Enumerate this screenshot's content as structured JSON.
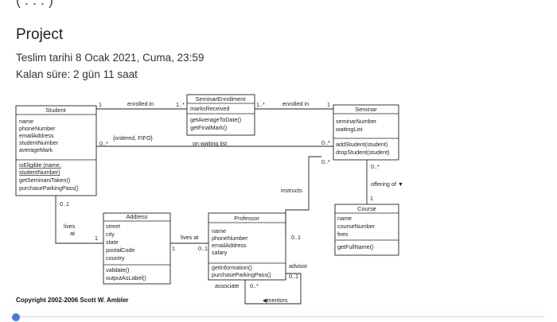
{
  "page": {
    "header_partial": "( . . . )",
    "title": "Project",
    "due": "Teslim tarihi 8 Ocak 2021, Cuma, 23:59",
    "remaining": "Kalan süre: 2 gün 11 saat"
  },
  "diagram": {
    "classes": {
      "student": {
        "name": "Student",
        "attributes": [
          "name",
          "phoneNumber",
          "emailAddress",
          "studentNumber",
          "averageMark"
        ],
        "ops_underlined": [
          "isEligible (name,",
          "studentNumber)"
        ],
        "operations": [
          "getSeminarsTaken()",
          "purchaseParkingPass()"
        ]
      },
      "seminar_enrollment": {
        "name": "SeminarEnrollment",
        "attributes": [
          "marksReceived"
        ],
        "operations": [
          "getAverageToDate()",
          "getFinalMark()"
        ]
      },
      "seminar": {
        "name": "Seminar",
        "attributes": [
          "seminarNumber",
          "waitingList"
        ],
        "operations": [
          "addStudent(student)",
          "dropStudent(student)"
        ]
      },
      "address": {
        "name": "Address",
        "attributes": [
          "street",
          "city",
          "state",
          "postalCode",
          "country"
        ],
        "operations": [
          "validate()",
          "outputAsLabel()"
        ]
      },
      "professor": {
        "name": "Professor",
        "attributes": [
          "name",
          "phoneNumber",
          "emailAddress",
          "salary"
        ],
        "operations": [
          "getInformation()",
          "purchaseParkingPass()"
        ]
      },
      "course": {
        "name": "Course",
        "attributes": [
          "name",
          "courseNumber",
          "fees"
        ],
        "operations": [
          "getFullName()"
        ]
      }
    },
    "labels": {
      "enrolled_in_1": "enrolled in",
      "enrolled_in_2": "enrolled in",
      "ordered_fifo": "{ordered, FIFO}",
      "on_waiting_list": "on waiting list",
      "instructs": "instructs",
      "offering_of": "offering of ▼",
      "lives_at_1": "lives",
      "lives_at_1b": "at",
      "lives_at_2": "lives at",
      "advisor": "advisor",
      "associate": "associate",
      "mentors": "◀mentors"
    },
    "multiplicities": {
      "st_enr_1": "1",
      "enr_left": "1..*",
      "enr_right": "1..*",
      "sem_enr_1": "1",
      "st_wait": "0..*",
      "sem_wait": "0..*",
      "sem_instr": "0..*",
      "sem_course": "0..*",
      "course_1": "1",
      "st_addr": "0..1",
      "addr_st": "1",
      "addr_prof": "1",
      "prof_addr": "0..1",
      "prof_instr": "0..1",
      "prof_adv": "0..1",
      "prof_assoc": "0..*"
    },
    "copyright": "Copyright 2002-2006 Scott W. Ambler"
  },
  "progress": {
    "value": 0.0
  }
}
